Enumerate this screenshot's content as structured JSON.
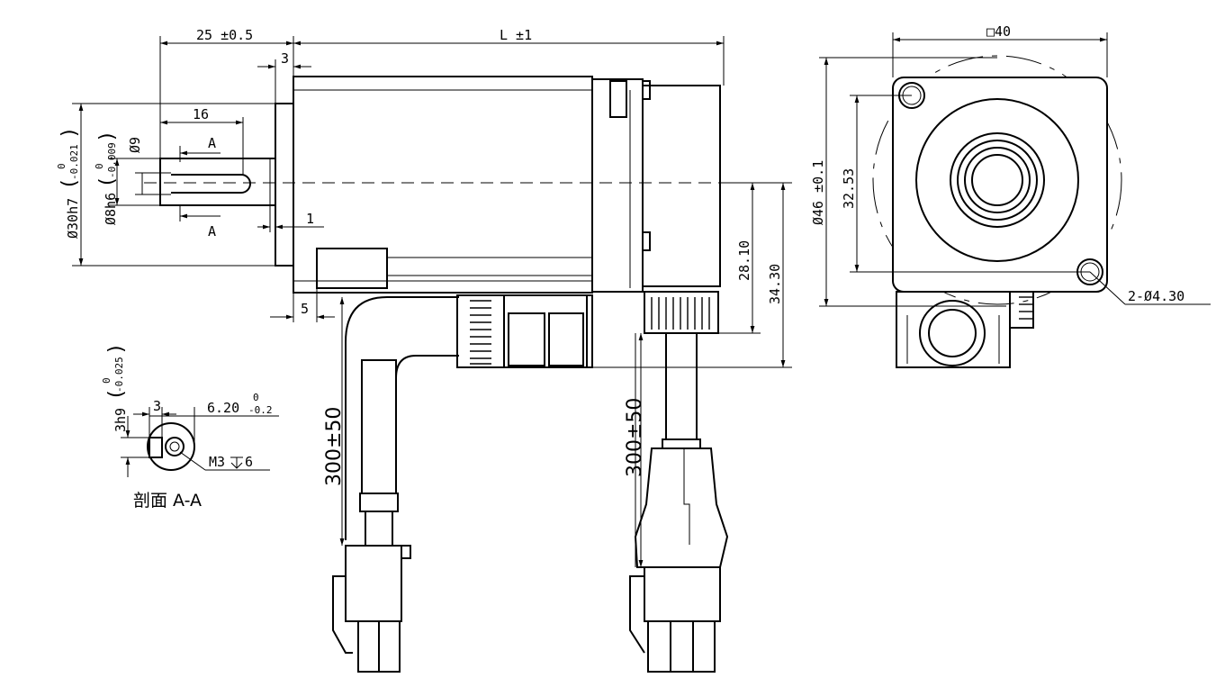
{
  "dimensions": {
    "shaft_length": "25 ±0.5",
    "body_length": "L ±1",
    "flange_offset": "3",
    "key_length": "16",
    "flange_gap": "1",
    "step_5": "5",
    "pilot_dia_main": "Ø30h7",
    "pilot_tol_upper": "0",
    "pilot_tol_lower": "-0.021",
    "shaft_dia_main": "Ø8h6",
    "shaft_tol_upper": "0",
    "shaft_tol_lower": "-0.009",
    "key_dia": "Ø9",
    "section_mark": "A",
    "height_28": "28.10",
    "height_34": "34.30",
    "cable_left": "300±50",
    "cable_right": "300±50",
    "square_size": "□40",
    "bolt_circle": "Ø46 ±0.1",
    "hole_pitch": "32.53",
    "mount_holes": "2-Ø4.30",
    "key_width_main": "3h9",
    "key_width_tol_upper": "0",
    "key_width_tol_lower": "-0.025",
    "key_depth_3": "3",
    "key_depth_main": "6.20",
    "key_depth_tol_upper": "0",
    "key_depth_tol_lower": "-0.2",
    "thread": "M3",
    "thread_depth": "6"
  },
  "section_caption": "剖面 A-A"
}
